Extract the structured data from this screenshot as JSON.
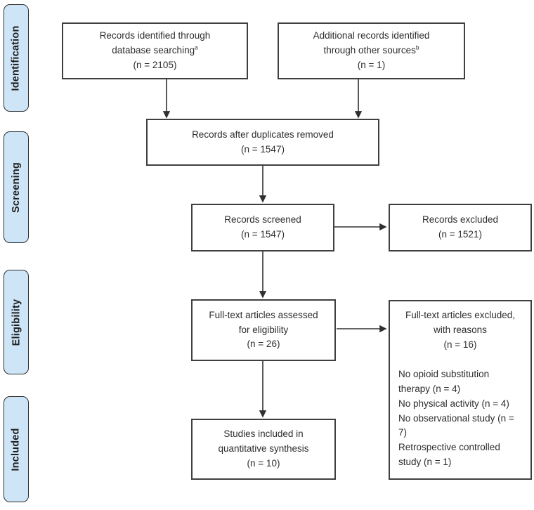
{
  "colors": {
    "stage_fill": "#cee5f7",
    "stage_border": "#2e2e2e",
    "box_border": "#3f3f3f",
    "text": "#2d2d2d",
    "arrow": "#303030"
  },
  "sidebar": {
    "stages": [
      {
        "label": "Identification"
      },
      {
        "label": "Screening"
      },
      {
        "label": "Eligibility"
      },
      {
        "label": "Included"
      }
    ]
  },
  "boxes": {
    "identified": {
      "line1": "Records identified through",
      "line2": "database searching",
      "sup": "a",
      "count": "(n = 2105)"
    },
    "additional": {
      "line1": "Additional records identified",
      "line2": "through other sources",
      "sup": "b",
      "count": "(n = 1)"
    },
    "duplicates": {
      "line1": "Records after duplicates removed",
      "count": "(n = 1547)"
    },
    "screened": {
      "line1": "Records screened",
      "count": "(n = 1547)"
    },
    "excluded": {
      "line1": "Records excluded",
      "count": "(n = 1521)"
    },
    "fulltext": {
      "line1": "Full-text articles assessed",
      "line2": "for eligibility",
      "count": "(n = 26)"
    },
    "fulltext_excluded": {
      "line1": "Full-text articles excluded,",
      "line2": "with reasons",
      "count": "(n = 16)",
      "reasons": [
        "No opioid substitution therapy (n = 4)",
        "No physical activity (n = 4)",
        "No observational study (n = 7)",
        "Retrospective controlled study (n = 1)"
      ]
    },
    "studies": {
      "line1": "Studies included in",
      "line2": "quantitative synthesis",
      "count": "(n = 10)"
    }
  }
}
